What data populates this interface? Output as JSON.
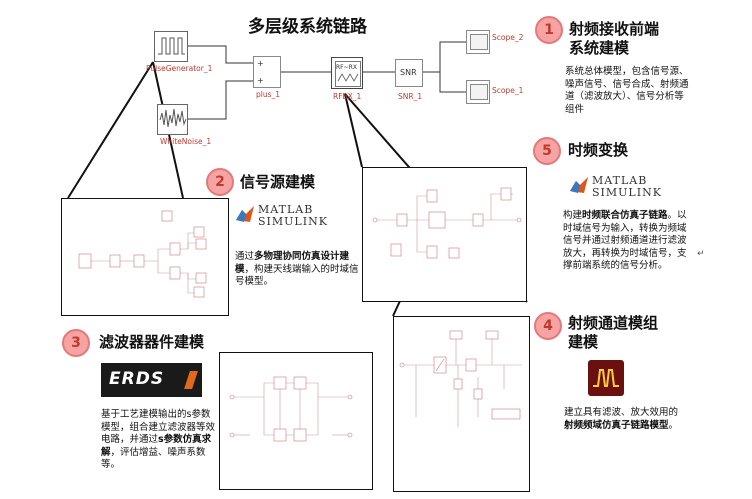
{
  "title": "多层级系统链路",
  "top_diagram": {
    "pulse": "PulseGenerator_1",
    "noise": "WhiteNoise_1",
    "plus": "plus_1",
    "rfbox": "RFBX_1",
    "rfbox_inner": "RF~RX",
    "snr": "SNR_1",
    "snr_inner": "SNR",
    "scope2": "Scope_2",
    "scope1": "Scope_1"
  },
  "sections": [
    {
      "num": "1",
      "title_line1": "射频接收前端",
      "title_line2": "系统建模",
      "desc": "系统总体模型，包含信号源、噪声信号、信号合成、射频通道（滤波放大）、信号分析等组件"
    },
    {
      "num": "2",
      "title": "信号源建模",
      "desc_pre": "通过",
      "desc_bold": "多物理协同仿真设计建模",
      "desc_post": "，构建天线端输入的时域信号模型。"
    },
    {
      "num": "3",
      "title": "滤波器器件建模",
      "desc_pre": "基于工艺建模输出的s参数模型，组合建立滤波器等效电路，并通过",
      "desc_bold": "s参数仿真求解",
      "desc_post": "，评估增益、噪声系数等。"
    },
    {
      "num": "4",
      "title_line1": "射频通道模组",
      "title_line2": "建模",
      "desc_pre": "建立具有滤波、放大效用的",
      "desc_bold": "射频频域仿真子链路模型",
      "desc_post": "。"
    },
    {
      "num": "5",
      "title": "时频变换",
      "desc_pre": "构建",
      "desc_bold": "时频联合仿真子链路",
      "desc_post": "。以时域信号为输入，转换为频域信号并通过射频通道进行滤波放大，再转换为时域信号，支撑前端系统的信号分析。"
    }
  ],
  "logos": {
    "matlab_line1": "MATLAB",
    "matlab_line2": "SIMULINK",
    "erds": "ERDS"
  },
  "colors": {
    "badge_fill": "#f5a3a3",
    "badge_text": "#c0392b",
    "block_label": "#c0392b",
    "erds_bg": "#1a1a1a",
    "erds_accent": "#e06a1a"
  }
}
